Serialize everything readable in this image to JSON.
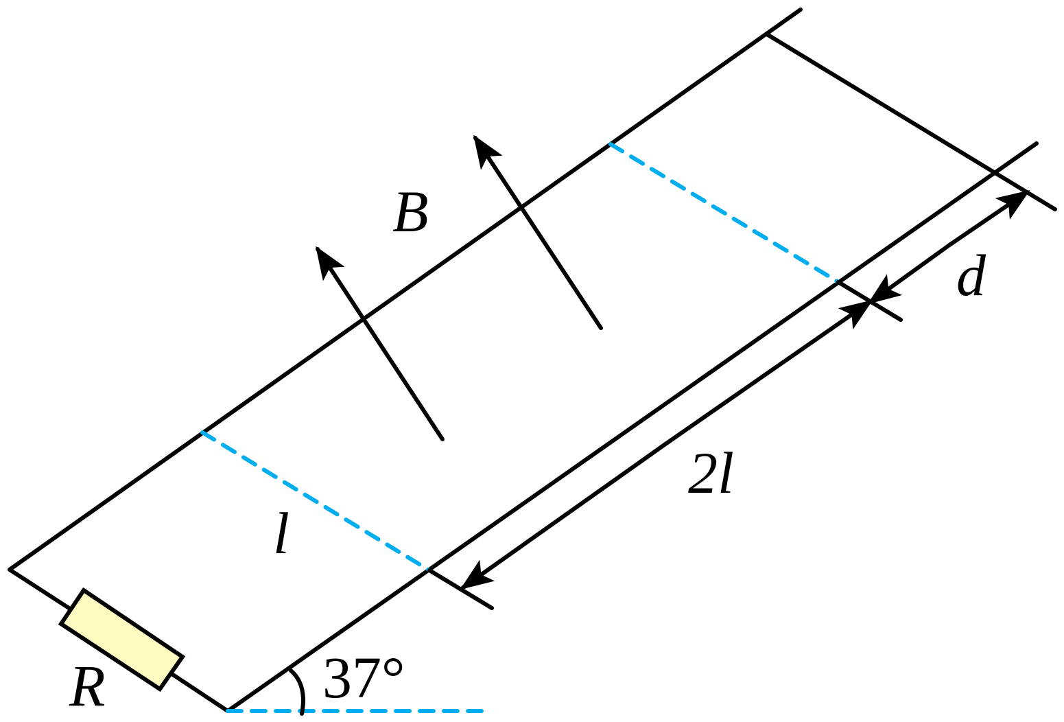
{
  "labels": {
    "field": "B",
    "length_l": "l",
    "length_2l": "2l",
    "gap_d": "d",
    "resistor": "R",
    "angle": "37°"
  },
  "colors": {
    "line": "#000000",
    "dashed": "#00AEEF",
    "resistor_fill": "#FFFBC0"
  }
}
